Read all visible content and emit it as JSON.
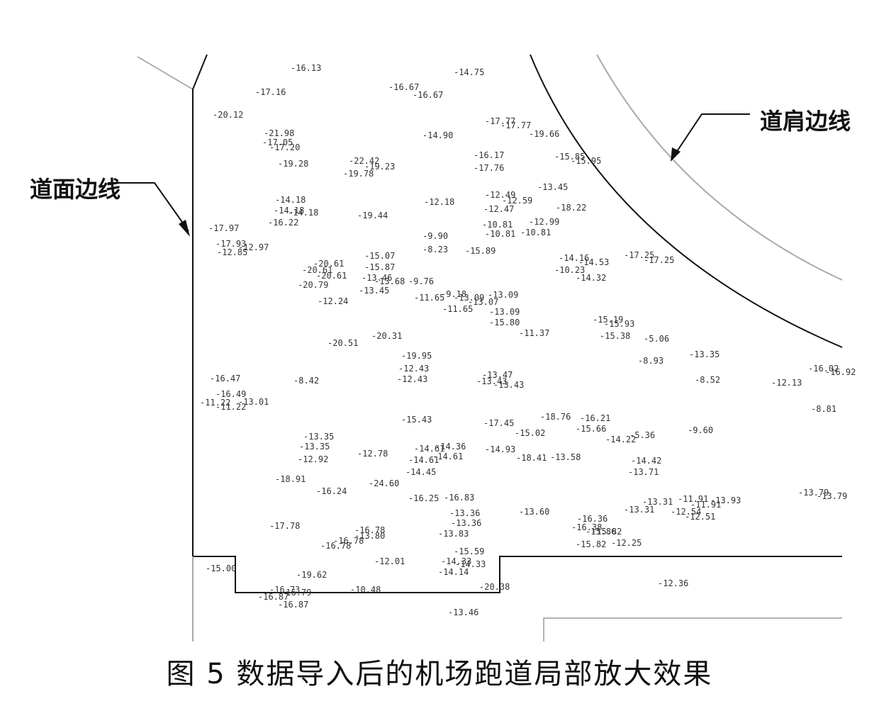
{
  "caption": "图 5   数据导入后的机场跑道局部放大效果",
  "callouts": {
    "pavement_edge": "道面边线",
    "shoulder_edge": "道肩边线"
  },
  "elevations": [
    "-16.13",
    "-14.75",
    "-17.16",
    "-16.67",
    "-16.67",
    "-20.12",
    "-17.77",
    "-17.77",
    "-19.66",
    "-21.98",
    "-14.90",
    "-17.05",
    "-17.20",
    "-19.28",
    "-16.17",
    "-15.85",
    "-15.95",
    "-22.42",
    "-19.23",
    "-19.78",
    "-17.76",
    "-13.45",
    "-12.49",
    "-12.59",
    "-18.22",
    "-14.18",
    "-12.18",
    "-14.18",
    "-14.18",
    "-12.47",
    "-12.99",
    "-19.44",
    "-16.22",
    "-10.81",
    "-17.97",
    "-10.81",
    "-10.81",
    "-9.90",
    "-17.93",
    "-12.97",
    "-12.85",
    "-15.07",
    "-8.23",
    "-15.89",
    "-14.16",
    "-14.53",
    "-17.25",
    "-17.25",
    "-20.61",
    "-15.87",
    "-10.23",
    "-20.61",
    "-20.61",
    "-14.32",
    "-13.46",
    "-13.68",
    "-9.76",
    "-20.79",
    "-13.45",
    "-11.65",
    "-9.18",
    "-13.09",
    "-13.09",
    "-13.07",
    "-12.24",
    "-11.65",
    "-13.09",
    "-15.19",
    "-15.93",
    "-15.80",
    "-11.37",
    "-15.38",
    "-20.31",
    "-5.06",
    "-20.51",
    "-19.95",
    "-8.93",
    "-13.35",
    "-12.43",
    "-16.02",
    "-16.92",
    "-12.43",
    "-13.47",
    "-16.47",
    "-8.42",
    "-13.43",
    "-13.43",
    "-8.52",
    "-12.13",
    "-16.49",
    "-11.22",
    "-11.22",
    "-13.01",
    "-8.81",
    "-15.43",
    "-18.76",
    "-16.21",
    "-17.45",
    "-15.02",
    "-15.66",
    "-13.35",
    "-14.22",
    "-5.36",
    "-9.60",
    "-14.61",
    "-14.36",
    "-13.35",
    "-12.78",
    "-14.61",
    "-14.61",
    "-14.93",
    "-18.41",
    "-13.58",
    "-14.42",
    "-12.92",
    "-14.45",
    "-13.71",
    "-18.91",
    "-16.24",
    "-24.60",
    "-16.25",
    "-16.83",
    "-13.79",
    "-13.79",
    "-13.31",
    "-11.91",
    "-11.91",
    "-13.93",
    "-13.36",
    "-13.31",
    "-13.60",
    "-12.51",
    "-17.78",
    "-12.54",
    "-16.36",
    "-16.38",
    "-13.36",
    "-15.86",
    "-15.82",
    "-16.78",
    "-16.78",
    "-16.78",
    "-13.83",
    "-13.80",
    "-15.82",
    "-12.25",
    "-15.59",
    "-12.01",
    "-14.33",
    "-14.33",
    "-15.00",
    "-19.62",
    "-14.14",
    "-16.73",
    "-16.79",
    "-10.48",
    "-20.38",
    "-12.36",
    "-16.87",
    "-16.87",
    "-13.46"
  ]
}
